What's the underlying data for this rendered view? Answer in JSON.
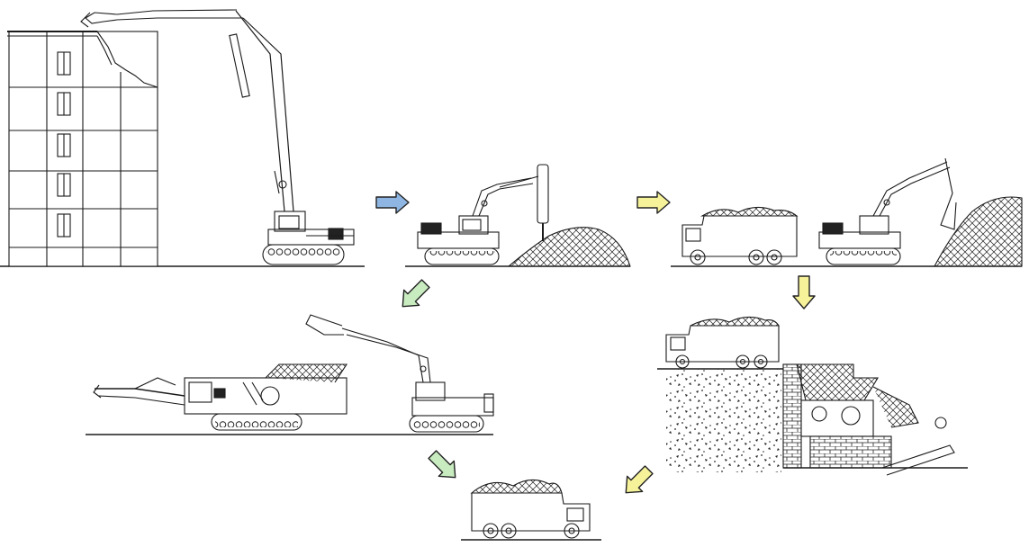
{
  "diagram": {
    "stages": [
      {
        "name": "high-reach-demolition"
      },
      {
        "name": "breaking-and-sorting"
      },
      {
        "name": "loading-debris-to-truck"
      },
      {
        "name": "mobile-crusher-processing"
      },
      {
        "name": "stationary-crushing-plant"
      },
      {
        "name": "recycled-aggregate-truck"
      }
    ],
    "arrows": [
      {
        "from": 0,
        "to": 1,
        "color": "#8fb6e3",
        "direction": "right"
      },
      {
        "from": 1,
        "to": 2,
        "color": "#f6f29a",
        "direction": "right"
      },
      {
        "from": 2,
        "to": 4,
        "color": "#f6f29a",
        "direction": "down"
      },
      {
        "from": 1,
        "to": 3,
        "color": "#c8ecc0",
        "direction": "down-left"
      },
      {
        "from": 3,
        "to": 5,
        "color": "#c8ecc0",
        "direction": "down-right"
      },
      {
        "from": 4,
        "to": 5,
        "color": "#f6f29a",
        "direction": "down-left"
      }
    ],
    "colors": {
      "line": "#1a1a1a",
      "arrow_outline": "#222222",
      "background": "#ffffff"
    }
  }
}
